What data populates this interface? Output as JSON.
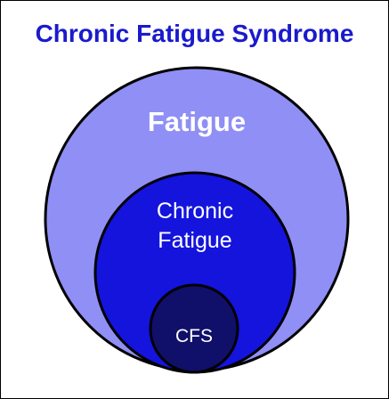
{
  "title": "Chronic Fatigue Syndrome",
  "diagram": {
    "type": "nested-circles",
    "circles": [
      {
        "label_lines": [
          "Fatigue"
        ],
        "fill": "#8f8ff5",
        "stroke": "#000000"
      },
      {
        "label_lines": [
          "Chronic",
          "Fatigue"
        ],
        "fill": "#1414dd",
        "stroke": "#000000"
      },
      {
        "label_lines": [
          "CFS"
        ],
        "fill": "#10106a",
        "stroke": "#000000"
      }
    ],
    "text_color": "#ffffff",
    "title_color": "#1a1acc"
  }
}
